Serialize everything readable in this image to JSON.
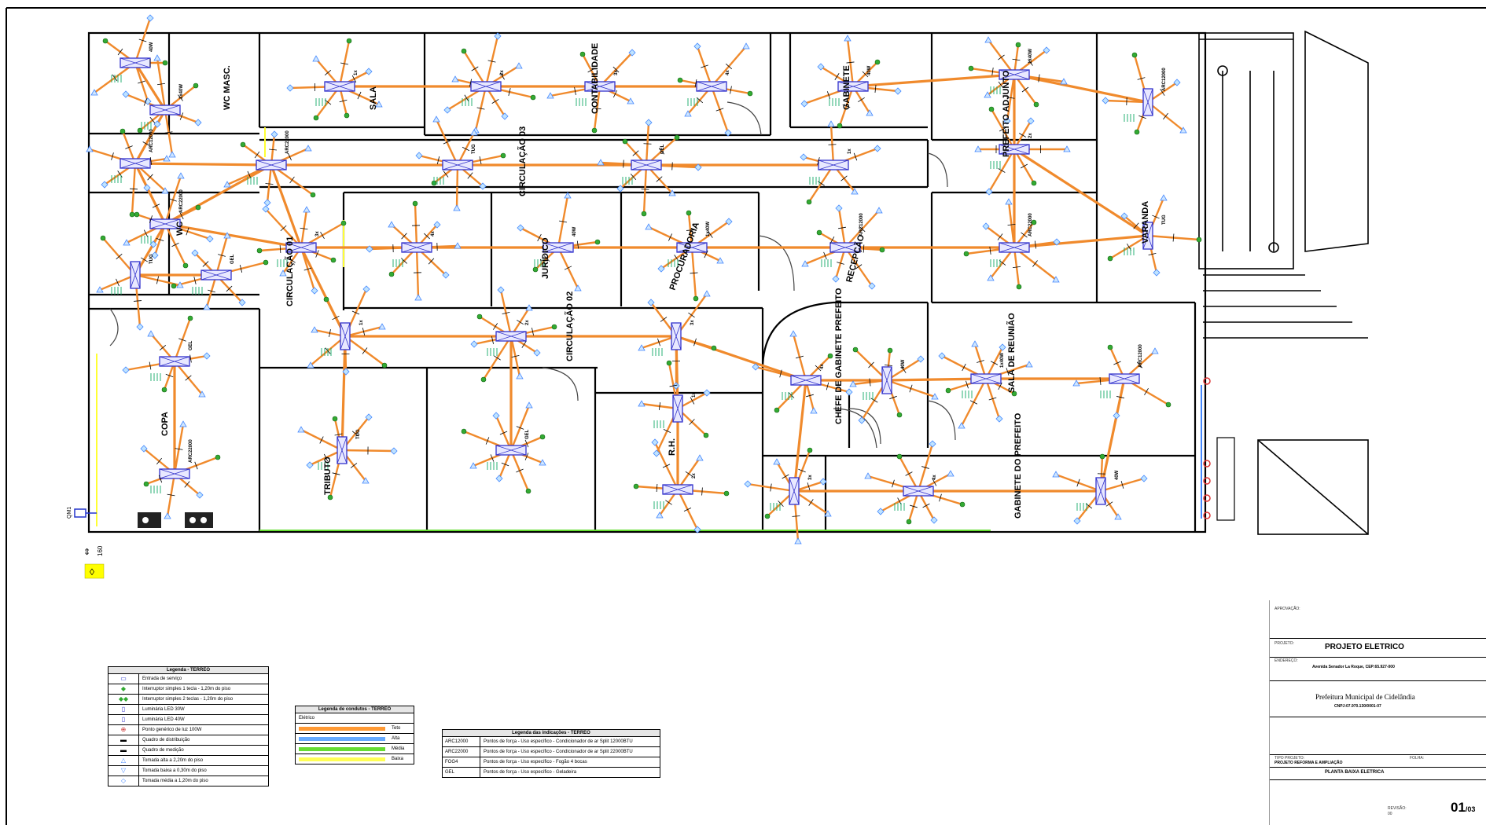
{
  "rooms": {
    "sala": "SALA",
    "wc_masc": "WC MASC.",
    "wc": "WC",
    "contabilidade": "CONTABILIDADE",
    "gabinete_secretario": "GABINETE",
    "prefeito_adjunto": "PREFEITO ADJUNTO",
    "varanda": "VARANDA",
    "circulacao_03": "CIRCULAÇÃO 03",
    "circulacao_01": "CIRCULAÇÃO 01",
    "circulacao_02": "CIRCULAÇÃO 02",
    "juridico": "JURÍDICO",
    "procurador": "PROCURADORIA",
    "recepcao": "RECEPÇÃO",
    "chefe_gabinete": "CHEFE DE GABINETE PREFEITO",
    "gabinete_prefeito": "GABINETE DO PREFEITO",
    "copa": "COPA",
    "tributo": "TRIBUTO",
    "rh": "R.H.",
    "sala_reuniao": "SALA DE REUNIÃO"
  },
  "device_labels": [
    "40W",
    "1x40W",
    "ARC12000",
    "ARC22000",
    "TUG",
    "GEL",
    "1x",
    "2x",
    "3x",
    "4x"
  ],
  "legend_symbols": {
    "title": "Legenda - TERREO",
    "rows": [
      "Entrada de serviço",
      "Interruptor simples 1 tecla - 1,20m do piso",
      "Interruptor simples 2 teclas - 1,20m do piso",
      "Luminária LED 30W",
      "Luminária LED 40W",
      "Ponto genérico de luz 100W",
      "Quadro de distribuição",
      "Quadro de medição",
      "Tomada alta a 2,20m do piso",
      "Tomada baixa a 0,30m do piso",
      "Tomada média a 1,20m do piso"
    ]
  },
  "legend_conduits": {
    "title": "Legenda de condutos - TERREO",
    "header": "Elétrico",
    "rows": [
      {
        "name": "Teto",
        "color": "#ff9933"
      },
      {
        "name": "Alta",
        "color": "#66aaff"
      },
      {
        "name": "Média",
        "color": "#66dd33"
      },
      {
        "name": "Baixa",
        "color": "#ffff55"
      }
    ]
  },
  "legend_indications": {
    "title": "Legenda das indicações - TERREO",
    "rows": [
      {
        "code": "ARC12000",
        "desc": "Pontos de força - Uso específico - Condicionador de ar Split 12000BTU"
      },
      {
        "code": "ARC22000",
        "desc": "Pontos de força - Uso específico - Condicionador de ar Split 22000BTU"
      },
      {
        "code": "FOG4",
        "desc": "Pontos de força - Uso específico - Fogão 4 bocas"
      },
      {
        "code": "GEL",
        "desc": "Pontos de força - Uso específico - Geladeira"
      }
    ]
  },
  "meter": {
    "label": "QM1",
    "value": "160"
  },
  "title_block": {
    "aprovacao": "APROVAÇÃO:",
    "project_label": "PROJETO:",
    "project": "PROJETO ELETRICO",
    "address_label": "ENDEREÇO:",
    "address": "Avenida Senador La Roque, CEP:65.927-000",
    "client": "Prefeitura Municipal de Cidelândia",
    "cnpj": "CNPJ:07.970.130/0001-07",
    "phase_label": "TIPO PROJETO:",
    "phase": "PROJETO REFORMA E AMPLIAÇÃO",
    "drawing": "PLANTA BAIXA ELETRICA",
    "sheet_label": "FOLHA:",
    "sheet": "01",
    "sheet_total": "/03",
    "revision_label": "REVISÃO:",
    "revision": "00"
  },
  "colors": {
    "wall": "#000000",
    "conduit_ceiling": "#f08a2c",
    "fixture": "#3333cc",
    "switch_point": "#33aa33",
    "outlet": "#4488ff",
    "door": "#333333",
    "highlight": "#ffff00"
  }
}
